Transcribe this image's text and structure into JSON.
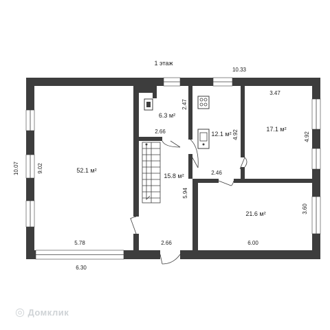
{
  "title": "1 этаж",
  "dimensions": {
    "top_overall": "10.33",
    "left_overall": "10.07",
    "bottom_left": "6.30",
    "hall_height": "9.02",
    "hall_width": "5.78",
    "bath_height": "2.47",
    "bath_width": "2.66",
    "kitchen_depth": "4.92",
    "room17_width": "3.47",
    "room17_height": "4.92",
    "corridor_width": "2.46",
    "stair_height": "5.94",
    "stair_width": "2.66",
    "room21_height": "3.60",
    "room21_width": "6.00"
  },
  "rooms": {
    "hall": "52.1 м²",
    "bath": "6.3 м²",
    "kitchen": "12.1 м²",
    "room17": "17.1 м²",
    "stair": "15.8 м²",
    "room21": "21.6 м²"
  },
  "watermark": {
    "brand": "Домклик",
    "icon": "domclick-logo-icon"
  }
}
